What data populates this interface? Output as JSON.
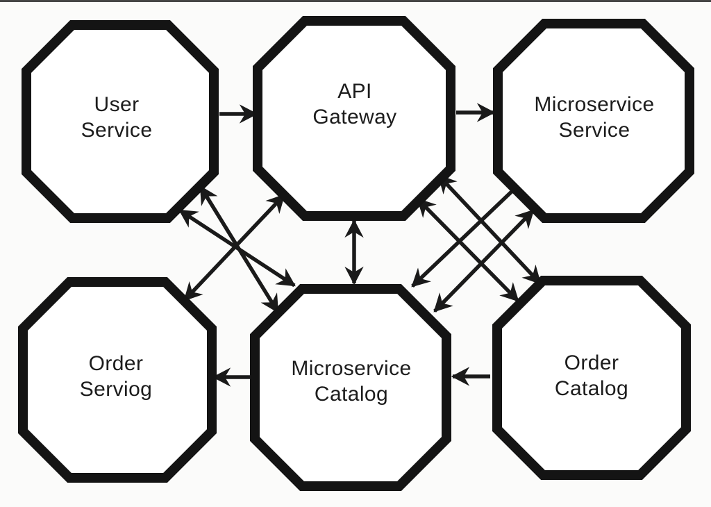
{
  "diagram": {
    "background_color": "#fbfbfa",
    "outline_color": "#141414",
    "arrow_color": "#1a1a1a",
    "nodes": [
      {
        "id": "user-service",
        "line1": "User",
        "line2": "Service"
      },
      {
        "id": "api-gateway",
        "line1": "API",
        "line2": "Gateway"
      },
      {
        "id": "microservice-service",
        "line1": "Microservice",
        "line2": "Service"
      },
      {
        "id": "order-service",
        "line1": "Order",
        "line2": "Serviog"
      },
      {
        "id": "microservice-catalog",
        "line1": "Microservice",
        "line2": "Catalog"
      },
      {
        "id": "order-catalog",
        "line1": "Order",
        "line2": "Catalog"
      }
    ],
    "edges": [
      {
        "from": "user-service",
        "to": "api-gateway",
        "style": "single-arrow-right"
      },
      {
        "from": "api-gateway",
        "to": "microservice-service",
        "style": "single-arrow-right"
      },
      {
        "from": "microservice-catalog",
        "to": "order-service",
        "style": "single-arrow-left"
      },
      {
        "from": "order-catalog",
        "to": "microservice-catalog",
        "style": "single-arrow-left"
      },
      {
        "from": "api-gateway",
        "to": "microservice-catalog",
        "style": "double-arrow-vertical"
      },
      {
        "from": "user-service",
        "to": "microservice-catalog",
        "style": "double-arrow-diagonal"
      },
      {
        "from": "user-service",
        "to": "microservice-catalog",
        "style": "double-arrow-diagonal"
      },
      {
        "from": "order-service",
        "to": "api-gateway",
        "style": "double-arrow-diagonal"
      },
      {
        "from": "api-gateway",
        "to": "order-catalog",
        "style": "double-arrow-diagonal"
      },
      {
        "from": "api-gateway",
        "to": "order-catalog",
        "style": "double-arrow-diagonal"
      },
      {
        "from": "microservice-service",
        "to": "microservice-catalog",
        "style": "double-arrow-diagonal"
      },
      {
        "from": "api-gateway",
        "to": "microservice-catalog",
        "style": "single-arrow-diagonal"
      }
    ]
  }
}
